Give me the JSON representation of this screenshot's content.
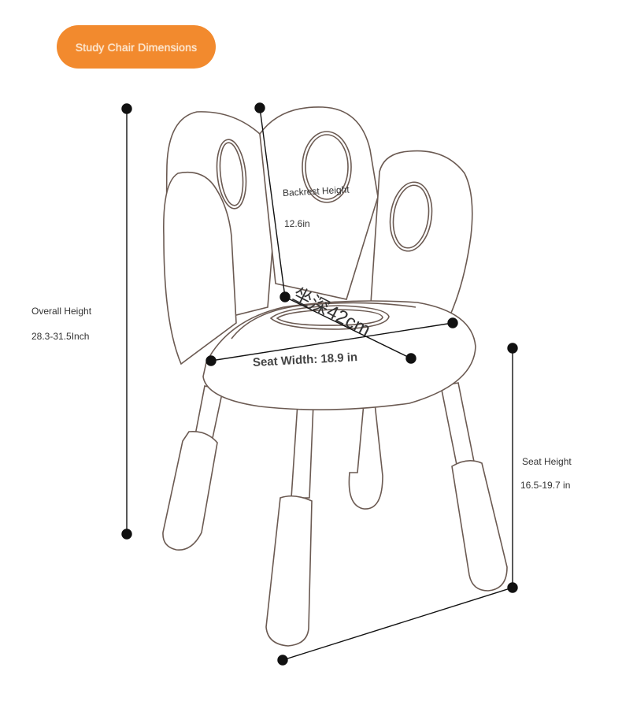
{
  "badge": {
    "title": "Study Chair Dimensions",
    "color": "#f28a2e"
  },
  "dimensions": {
    "overall_height": {
      "label": "Overall Height",
      "value": "28.3-31.5Inch"
    },
    "backrest_height": {
      "label": "Backrest Height",
      "value": "12.6in"
    },
    "seat_depth": {
      "label": "坐深42cm"
    },
    "seat_width": {
      "label": "Seat Width: 18.9 in"
    },
    "seat_height": {
      "label": "Seat Height",
      "value": "16.5-19.7 in"
    }
  },
  "colors": {
    "line": "#111111",
    "outline": "#6b5a52",
    "accent": "#f28a2e"
  }
}
